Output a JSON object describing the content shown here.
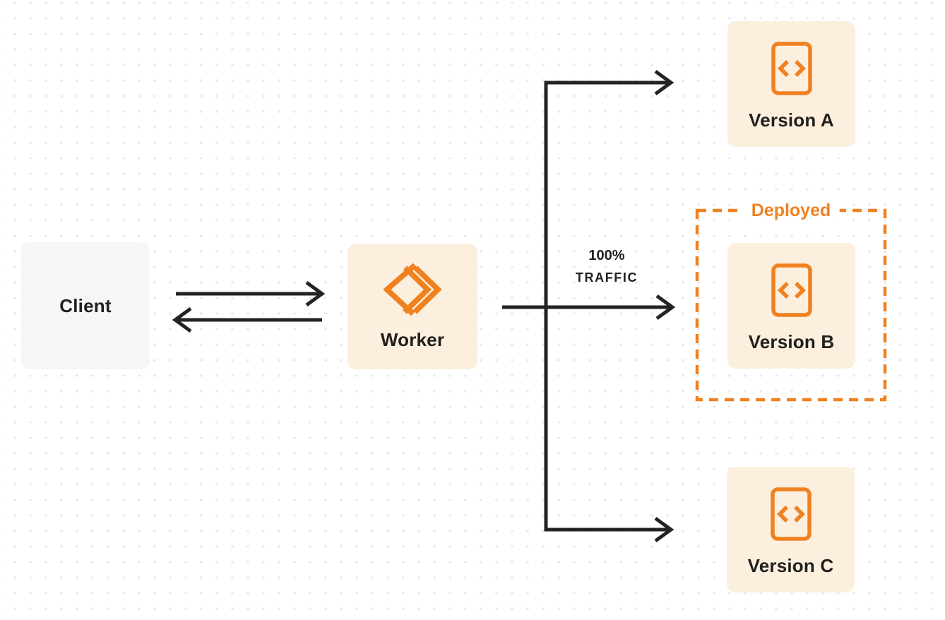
{
  "colors": {
    "accent": "#F08120",
    "peach": "#FCEFDE",
    "client-bg": "#F5F6F8",
    "ink": "#21201D",
    "arrow": "#232323",
    "dot": "#E7E7EA"
  },
  "nodes": {
    "client": {
      "label": "Client"
    },
    "worker": {
      "label": "Worker",
      "icon": "workers-logo-icon"
    },
    "version_a": {
      "label": "Version A",
      "icon": "code-file-icon"
    },
    "version_b": {
      "label": "Version B",
      "icon": "code-file-icon"
    },
    "version_c": {
      "label": "Version C",
      "icon": "code-file-icon"
    }
  },
  "deployed": {
    "label": "Deployed"
  },
  "traffic": {
    "line1": "100%",
    "line2": "TRAFFIC"
  }
}
